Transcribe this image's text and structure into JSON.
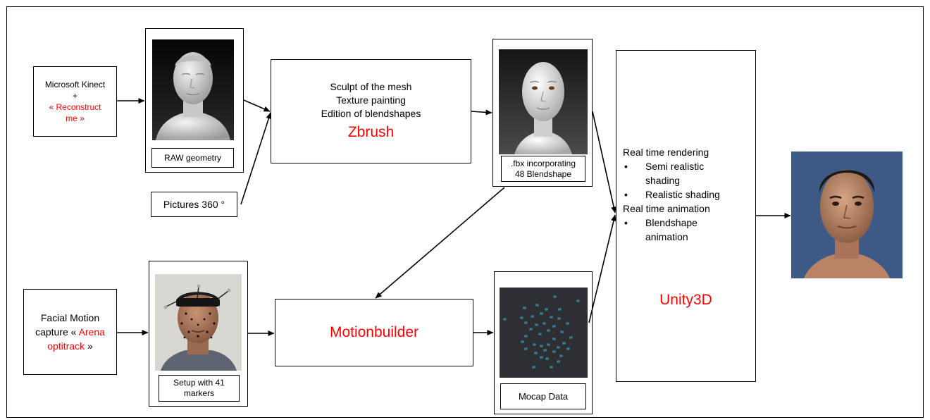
{
  "kinect": {
    "line1": "Microsoft Kinect",
    "line2": "+",
    "line3": "« Reconstruct",
    "line4": "me »"
  },
  "raw_geometry": {
    "caption": "RAW geometry"
  },
  "pictures": {
    "label": "Pictures 360 °"
  },
  "zbrush": {
    "line1": "Sculpt of the mesh",
    "line2": "Texture painting",
    "line3": "Edition of blendshapes",
    "title": "Zbrush"
  },
  "fbx": {
    "line1": ".fbx incorporating",
    "line2": "48 Blendshape"
  },
  "unity": {
    "rt_rendering": "Real time rendering",
    "bullet1": "Semi realistic",
    "bullet1b": "shading",
    "bullet2": "Realistic shading",
    "rt_animation": "Real time animation",
    "bullet3": "Blendshape",
    "bullet3b": "animation",
    "bullet_glyph": "•",
    "title": "Unity3D"
  },
  "facial": {
    "line1": "Facial Motion",
    "line2a": "capture « ",
    "line2b": "Arena",
    "line3a": "optitrack",
    "line3b": " »"
  },
  "setup": {
    "line1": "Setup with 41",
    "line2": "markers"
  },
  "motionbuilder": {
    "title": "Motionbuilder"
  },
  "mocap": {
    "caption": "Mocap Data"
  },
  "colors": {
    "accent_red": "#ff0000",
    "mocap_bg": "#2e2f32",
    "marker": "#36a3c8",
    "avatar_bg": "#3d5a87"
  }
}
